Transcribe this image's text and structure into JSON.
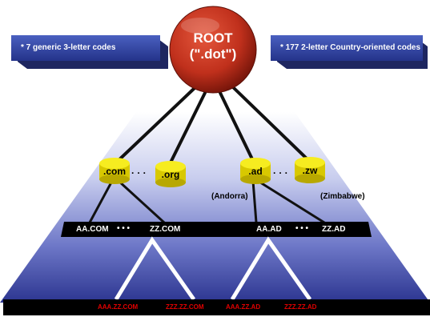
{
  "root": {
    "line1": "ROOT",
    "line2": "(\".dot\")"
  },
  "left_box": {
    "text": "*  7 generic 3-letter codes"
  },
  "right_box": {
    "text": "*  177 2-letter Country-oriented codes"
  },
  "tld_nodes": [
    {
      "label": ".com"
    },
    {
      "label": ".org"
    },
    {
      "label": ".ad"
    },
    {
      "label": ".zw"
    }
  ],
  "tld_ellipses": [
    "· · ·",
    "· · ·"
  ],
  "country_notes": [
    "(Andorra)",
    "(Zimbabwe)"
  ],
  "level2": [
    "AA.COM",
    "ZZ.COM",
    "AA.AD",
    "ZZ.AD"
  ],
  "level2_ellipses": [
    "•  •  •",
    "•  •  •"
  ],
  "level3": [
    "AAA.ZZ.COM",
    "ZZZ.ZZ.COM",
    "AAA.ZZ.AD",
    "ZZZ.ZZ.AD"
  ],
  "colors": {
    "root_fill": "#c0301c",
    "node_fill": "#f0e400",
    "box_fill": "#3a4fa8",
    "bar_fill": "#000000",
    "level3_text": "#e00000"
  }
}
